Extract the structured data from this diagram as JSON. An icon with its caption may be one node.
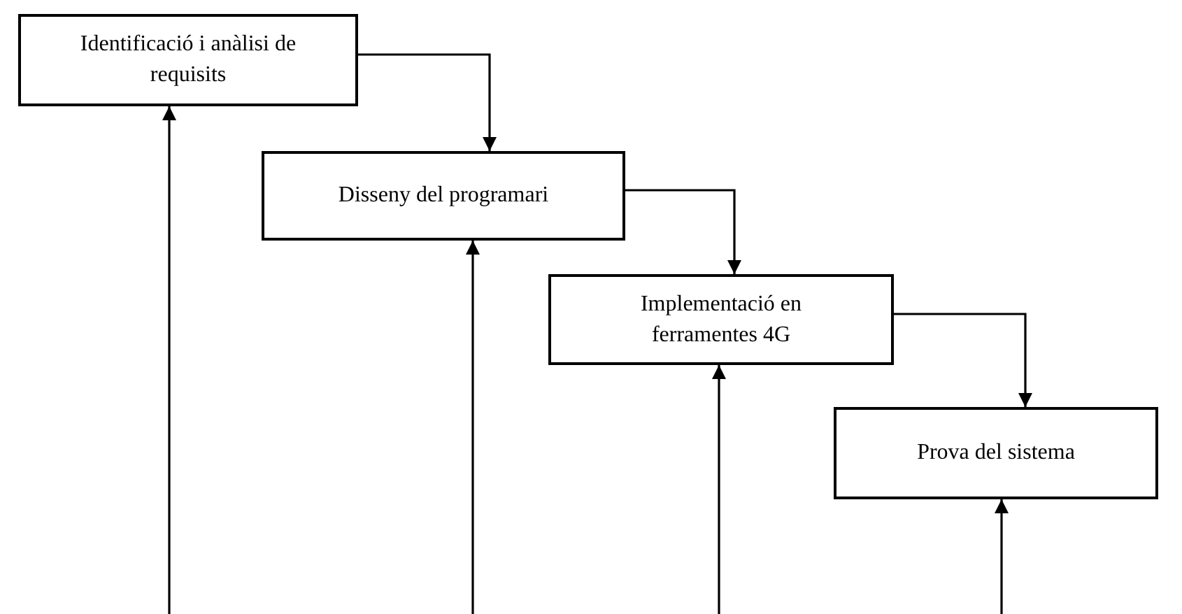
{
  "diagram": {
    "nodes": [
      {
        "text": [
          "Identificació i anàlisi de requisits"
        ]
      },
      {
        "text": [
          "Disseny del programari"
        ]
      },
      {
        "text": [
          "Implementació en ferramentes 4G"
        ]
      },
      {
        "text": [
          "Prova del sistema"
        ]
      }
    ],
    "edges": [
      {
        "from": 0,
        "to": 1,
        "arrow": "to"
      },
      {
        "from": 1,
        "to": 2,
        "arrow": "to"
      },
      {
        "from": 2,
        "to": 3,
        "arrow": "to"
      },
      {
        "from": null,
        "to": 0,
        "arrow": "to"
      },
      {
        "from": null,
        "to": 1,
        "arrow": "to"
      },
      {
        "from": null,
        "to": 2,
        "arrow": "to"
      },
      {
        "from": null,
        "to": 3,
        "arrow": "to"
      }
    ]
  }
}
